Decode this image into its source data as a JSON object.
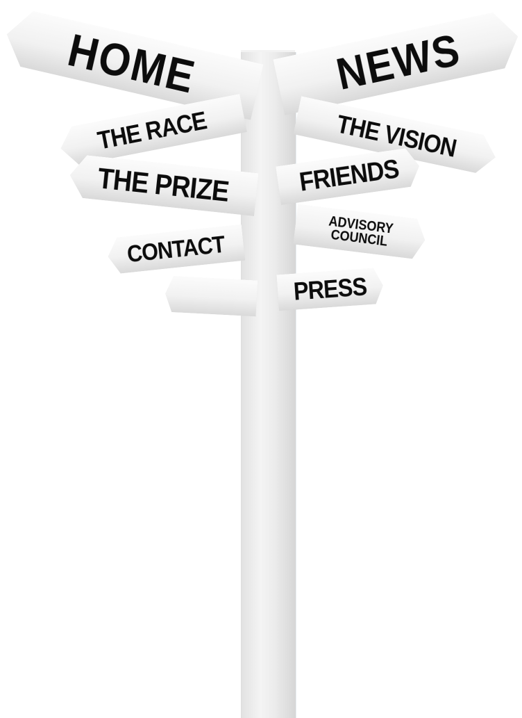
{
  "signs": {
    "home": "HOME",
    "news": "NEWS",
    "the_race": "THE RACE",
    "the_vision": "THE VISION",
    "the_prize": "THE PRIZE",
    "friends": "FRIENDS",
    "advisory_line1": "ADVISORY",
    "advisory_line2": "COUNCIL",
    "contact": "CONTACT",
    "press": "PRESS"
  }
}
